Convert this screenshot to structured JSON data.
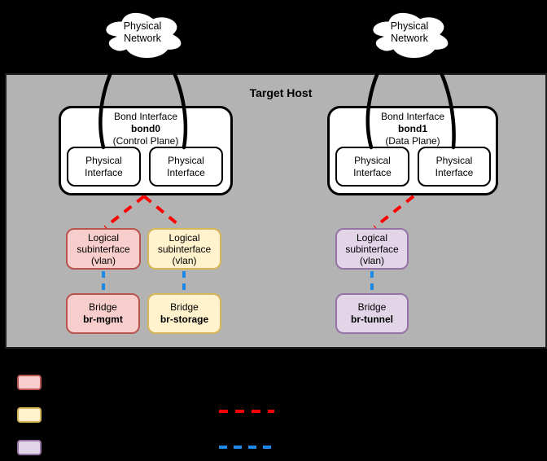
{
  "host": {
    "label": "Target Host",
    "background": "#b3b3b3"
  },
  "clouds": [
    {
      "line1": "Physical",
      "line2": "Network"
    },
    {
      "line1": "Physical",
      "line2": "Network"
    }
  ],
  "bonds": [
    {
      "title": "Bond Interface",
      "name": "bond0",
      "plane": "(Control Plane)",
      "interfaces": [
        {
          "line1": "Physical",
          "line2": "Interface"
        },
        {
          "line1": "Physical",
          "line2": "Interface"
        }
      ]
    },
    {
      "title": "Bond Interface",
      "name": "bond1",
      "plane": "(Data Plane)",
      "interfaces": [
        {
          "line1": "Physical",
          "line2": "Interface"
        },
        {
          "line1": "Physical",
          "line2": "Interface"
        }
      ]
    }
  ],
  "subinterfaces": [
    {
      "line1": "Logical",
      "line2": "subinterface",
      "line3": "(vlan)",
      "fill": "#f8cecc",
      "border": "#b85450"
    },
    {
      "line1": "Logical",
      "line2": "subinterface",
      "line3": "(vlan)",
      "fill": "#fff2cc",
      "border": "#d6b656"
    },
    {
      "line1": "Logical",
      "line2": "subinterface",
      "line3": "(vlan)",
      "fill": "#e1d5e7",
      "border": "#9673a6"
    }
  ],
  "bridges": [
    {
      "label": "Bridge",
      "name": "br-mgmt",
      "fill": "#f8cecc",
      "border": "#b85450"
    },
    {
      "label": "Bridge",
      "name": "br-storage",
      "fill": "#fff2cc",
      "border": "#d6b656"
    },
    {
      "label": "Bridge",
      "name": "br-tunnel",
      "fill": "#e1d5e7",
      "border": "#9673a6"
    }
  ],
  "connections": {
    "uplink_color": "#000000",
    "bond_vlan_color": "#ff0000",
    "vlan_bridge_color": "#1e88e5"
  },
  "legend": {
    "swatches": [
      {
        "fill": "#f8cecc",
        "border": "#b85450"
      },
      {
        "fill": "#fff2cc",
        "border": "#d6b656"
      },
      {
        "fill": "#e1d5e7",
        "border": "#9673a6"
      }
    ],
    "dashed_lines": [
      {
        "color": "#ff0000"
      },
      {
        "color": "#1e88e5"
      }
    ]
  }
}
